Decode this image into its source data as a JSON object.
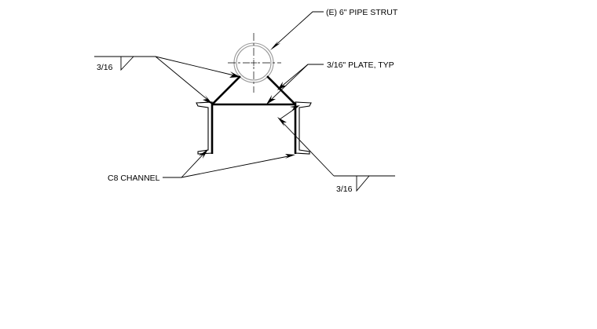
{
  "labels": {
    "pipe_strut": "(E) 6\" PIPE STRUT",
    "plate": "3/16\" PLATE, TYP",
    "weld_left": "3/16",
    "weld_right": "3/16",
    "channel": "C8 CHANNEL"
  }
}
